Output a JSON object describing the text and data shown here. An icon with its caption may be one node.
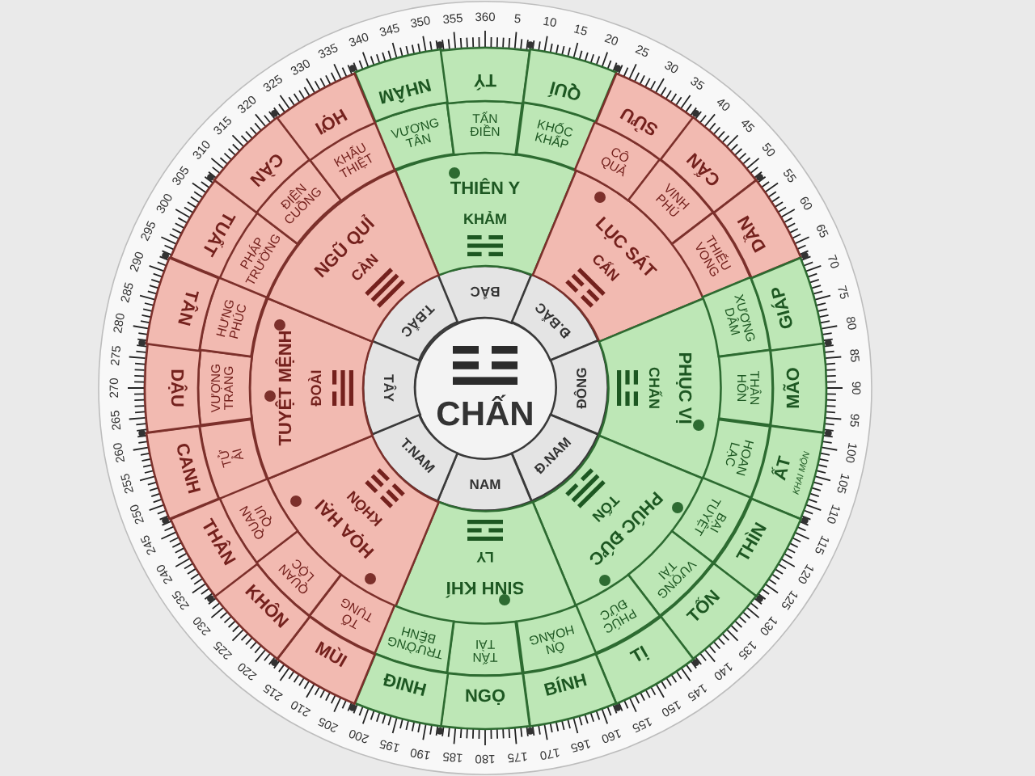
{
  "diagram": {
    "nodes": [
      {
        "text": [
          "CHẤN"
        ]
      },
      {
        "text": [
          "BẮC"
        ]
      },
      {
        "text": [
          "Đ.BẮC"
        ]
      },
      {
        "text": [
          "ĐÔNG"
        ]
      },
      {
        "text": [
          "Đ.NAM"
        ]
      },
      {
        "text": [
          "NAM"
        ]
      },
      {
        "text": [
          "T.NAM"
        ]
      },
      {
        "text": [
          "TÂY"
        ]
      },
      {
        "text": [
          "T.BẮC"
        ]
      },
      {
        "text": [
          "THIÊN Y",
          "KHẢM"
        ]
      },
      {
        "text": [
          "LỤC SÁT",
          "CẤN"
        ]
      },
      {
        "text": [
          "PHỤC VỊ",
          "CHẤN"
        ]
      },
      {
        "text": [
          "PHÚC ĐỨC",
          "TỐN"
        ]
      },
      {
        "text": [
          "SINH KHÍ",
          "LY"
        ]
      },
      {
        "text": [
          "HỌA HẠI",
          "KHÔN"
        ]
      },
      {
        "text": [
          "TUYỆT MỆNH",
          "ĐOÀI"
        ]
      },
      {
        "text": [
          "NGŨ QUỈ",
          "CÀN"
        ]
      },
      {
        "text": [
          "VƯƠNG TÂN"
        ]
      },
      {
        "text": [
          "TẤN ĐIỀN"
        ]
      },
      {
        "text": [
          "KHỐC KHẤP"
        ]
      },
      {
        "text": [
          "CÔ QUẢ"
        ]
      },
      {
        "text": [
          "VINH PHÚ"
        ]
      },
      {
        "text": [
          "THIẾU VONG"
        ]
      },
      {
        "text": [
          "XƯƠNG DÂM"
        ]
      },
      {
        "text": [
          "THÂN HÔN"
        ]
      },
      {
        "text": [
          "HOAN LẠC"
        ]
      },
      {
        "text": [
          "BẠI TUYỆT"
        ]
      },
      {
        "text": [
          "VƯỢNG TÀI"
        ]
      },
      {
        "text": [
          "PHÚC ĐỨC"
        ]
      },
      {
        "text": [
          "ÔN HOÀNG"
        ]
      },
      {
        "text": [
          "TẤN TÀI"
        ]
      },
      {
        "text": [
          "TRƯỜNG BỆNH"
        ]
      },
      {
        "text": [
          "TỐ TỤNG"
        ]
      },
      {
        "text": [
          "QUAN LỘC"
        ]
      },
      {
        "text": [
          "QUAN QUI"
        ]
      },
      {
        "text": [
          "TỬ ẢI"
        ]
      },
      {
        "text": [
          "VƯỢNG TRANG"
        ]
      },
      {
        "text": [
          "HƯNG PHÚC"
        ]
      },
      {
        "text": [
          "PHÁP TRƯỜNG"
        ]
      },
      {
        "text": [
          "ĐIÊN CUỒNG"
        ]
      },
      {
        "text": [
          "KHẨU THIỆT"
        ]
      },
      {
        "text": [
          "NHÂM"
        ]
      },
      {
        "text": [
          "TÝ"
        ]
      },
      {
        "text": [
          "QUÍ"
        ]
      },
      {
        "text": [
          "SỬU"
        ]
      },
      {
        "text": [
          "CẤN"
        ]
      },
      {
        "text": [
          "DẦN"
        ]
      },
      {
        "text": [
          "GIÁP"
        ]
      },
      {
        "text": [
          "MÃO"
        ]
      },
      {
        "text": [
          "ẤT"
        ]
      },
      {
        "text": [
          "THÌN"
        ]
      },
      {
        "text": [
          "TỐN"
        ]
      },
      {
        "text": [
          "TỊ"
        ]
      },
      {
        "text": [
          "BÍNH"
        ]
      },
      {
        "text": [
          "NGỌ"
        ]
      },
      {
        "text": [
          "ĐINH"
        ]
      },
      {
        "text": [
          "MÙI"
        ]
      },
      {
        "text": [
          "KHÔN"
        ]
      },
      {
        "text": [
          "THÂN"
        ]
      },
      {
        "text": [
          "CANH"
        ]
      },
      {
        "text": [
          "DẬU"
        ]
      },
      {
        "text": [
          "TÂN"
        ]
      },
      {
        "text": [
          "TUẤT"
        ]
      },
      {
        "text": [
          "CÀN"
        ]
      },
      {
        "text": [
          "HỢI"
        ]
      }
    ],
    "labels": [
      "360",
      "5",
      "10",
      "15",
      "20",
      "25",
      "30",
      "35",
      "40",
      "45",
      "50",
      "55",
      "60",
      "65",
      "70",
      "75",
      "80",
      "85",
      "90",
      "95",
      "100",
      "105",
      "110",
      "115",
      "120",
      "125",
      "130",
      "135",
      "140",
      "145",
      "150",
      "155",
      "160",
      "165",
      "170",
      "175",
      "180",
      "185",
      "190",
      "195",
      "200",
      "205",
      "210",
      "215",
      "220",
      "225",
      "230",
      "235",
      "240",
      "245",
      "250",
      "255",
      "260",
      "265",
      "270",
      "275",
      "280",
      "285",
      "290",
      "295",
      "300",
      "305",
      "310",
      "315",
      "320",
      "325",
      "330",
      "335",
      "340",
      "345",
      "350",
      "355",
      "KHAI MÔN"
    ]
  }
}
